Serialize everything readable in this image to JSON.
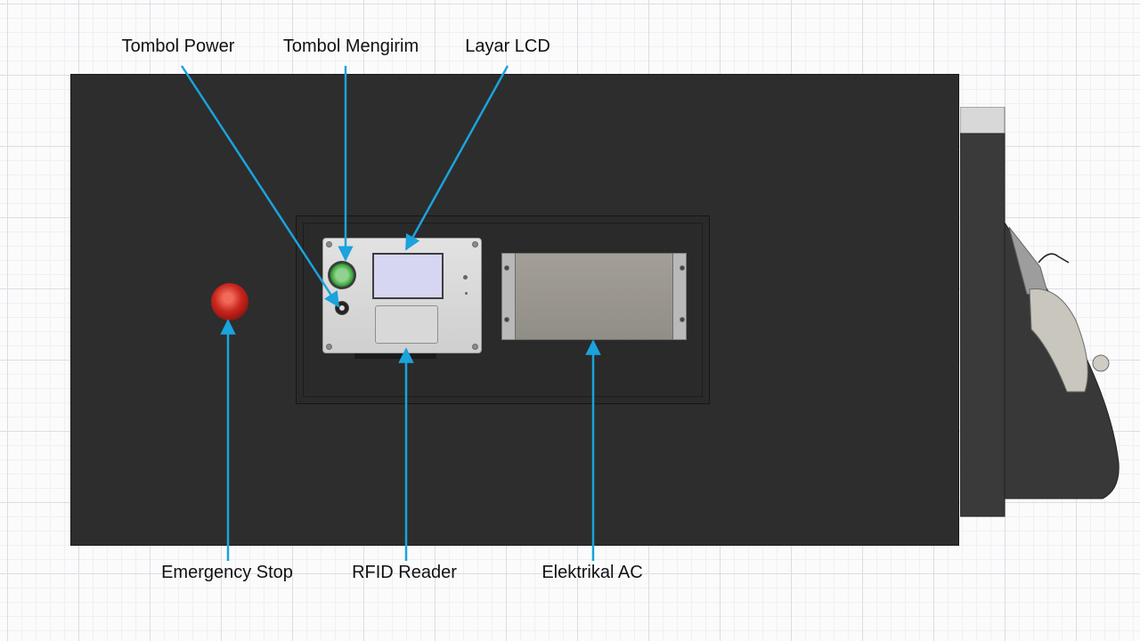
{
  "labels": {
    "power_button": "Tombol Power",
    "send_button": "Tombol Mengirim",
    "lcd": "Layar LCD",
    "emergency_stop": "Emergency Stop",
    "rfid_reader": "RFID Reader",
    "electrical_ac": "Elektrikal AC"
  },
  "colors": {
    "leader_line": "#1aa3dc",
    "enclosure": "#2d2d2d",
    "emergency": "#c8261c",
    "send_button": "#2f9d2f"
  }
}
